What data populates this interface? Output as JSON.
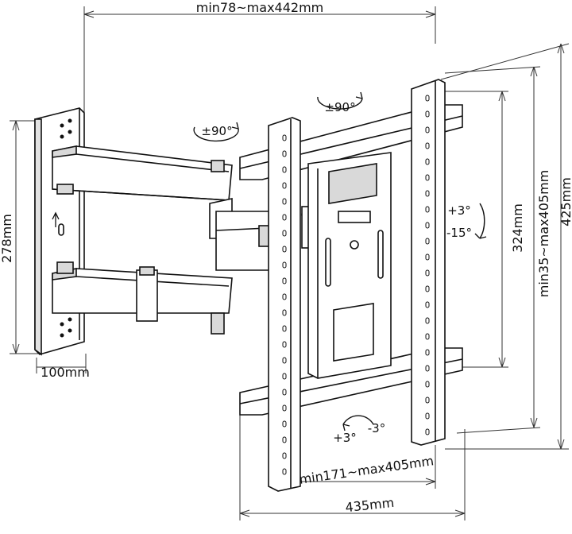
{
  "dimensions": {
    "top_width": "min78~max442mm",
    "wall_plate_height": "278mm",
    "wall_plate_width": "100mm",
    "vesa_vertical_span": "324mm",
    "vesa_vertical_range": "min35~max405mm",
    "bracket_height": "425mm",
    "vesa_horizontal_range": "min171~max405mm",
    "bracket_width": "435mm"
  },
  "rotations": {
    "arm_swivel": "±90°",
    "head_swivel": "±90°",
    "tilt_up": "+3°",
    "tilt_down": "-15°",
    "rotate_pos": "+3°",
    "rotate_neg": "-3°"
  },
  "colors": {
    "line": "#111111",
    "dim_line": "#333333",
    "fill": "#ffffff",
    "shade": "#d9d9d9"
  }
}
